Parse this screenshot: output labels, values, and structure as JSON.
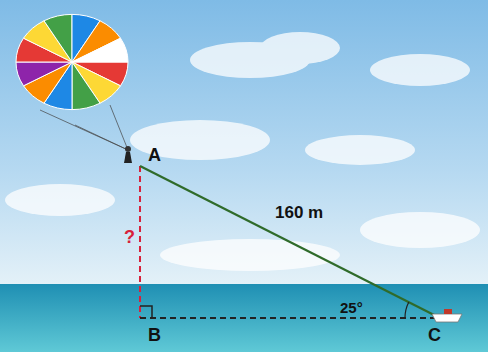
{
  "diagram": {
    "labels": [
      "A",
      "?",
      "160 m",
      "25°",
      "B",
      "C"
    ]
  }
}
